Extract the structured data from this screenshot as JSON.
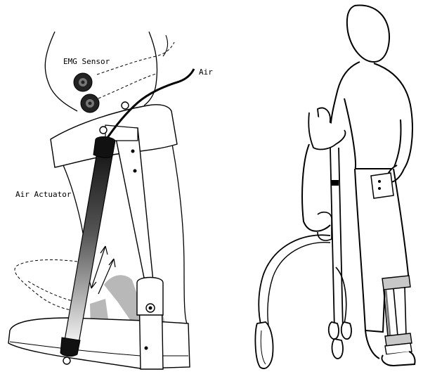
{
  "labels": {
    "emg_sensor": "EMG Sensor",
    "air": "Air",
    "air_actuator": "Air Actuator"
  },
  "colors": {
    "line": "#000000",
    "fill": "#ffffff",
    "shadow": "#b8b8b8",
    "rod": "#8c8c8c",
    "actuator_dark": "#1a1a1a",
    "actuator_light": "#f2f2f2"
  },
  "icons": [
    "emg-electrode-icon",
    "air-tube-icon",
    "motion-arrow-icon"
  ]
}
